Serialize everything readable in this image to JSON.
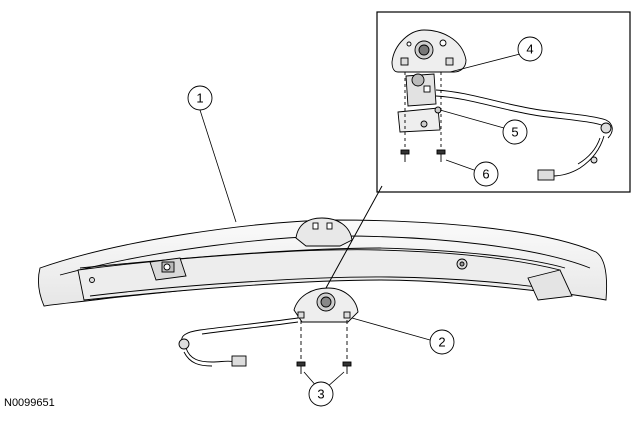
{
  "figure": {
    "id_label": "N0099651"
  },
  "callouts": [
    {
      "key": "1",
      "label": "1"
    },
    {
      "key": "2",
      "label": "2"
    },
    {
      "key": "3",
      "label": "3"
    },
    {
      "key": "4",
      "label": "4"
    },
    {
      "key": "5",
      "label": "5"
    },
    {
      "key": "6",
      "label": "6"
    }
  ],
  "colors": {
    "line": "#000000",
    "part_fill": "#f2f2f2",
    "background": "#ffffff"
  }
}
